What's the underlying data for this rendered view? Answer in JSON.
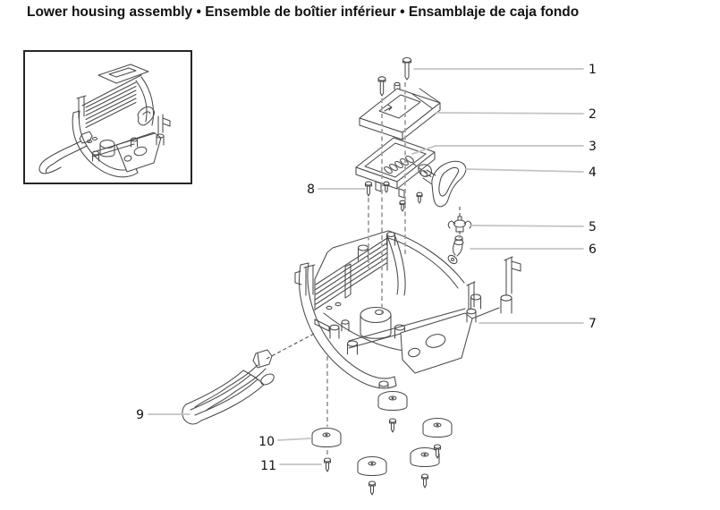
{
  "title": "Lower housing assembly • Ensemble de boîtier inférieur • Ensamblaje de caja fondo",
  "callouts": [
    {
      "number": "1"
    },
    {
      "number": "2"
    },
    {
      "number": "3"
    },
    {
      "number": "4"
    },
    {
      "number": "5"
    },
    {
      "number": "6"
    },
    {
      "number": "7"
    },
    {
      "number": "8"
    },
    {
      "number": "9"
    },
    {
      "number": "10"
    },
    {
      "number": "11"
    }
  ],
  "colors": {
    "bg": "#ffffff",
    "ink": "#4a4a4a",
    "leader": "#c4c4c4",
    "dash": "#a2a2a2",
    "text": "#121212"
  }
}
